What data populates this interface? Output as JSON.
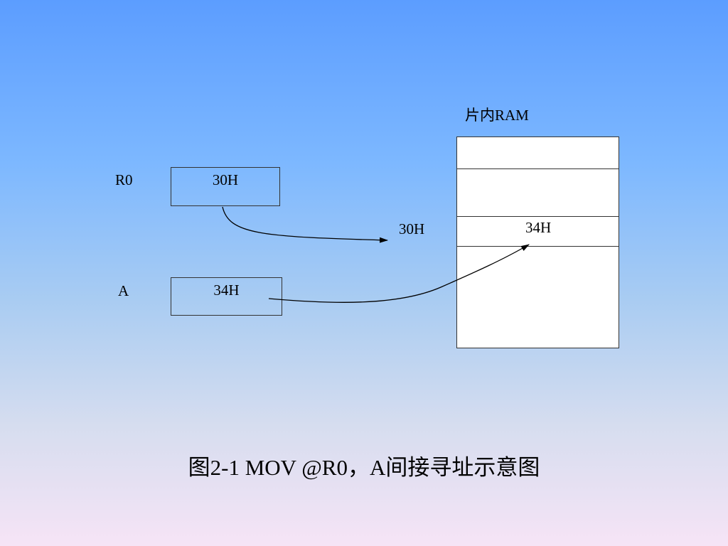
{
  "diagram": {
    "ram_title": "片内RAM",
    "r0_label": "R0",
    "r0_value": "30H",
    "a_label": "A",
    "a_value": "34H",
    "address_label": "30H",
    "ram_cell_value": "34H",
    "caption": "图2-1  MOV @R0，A间接寻址示意图"
  }
}
